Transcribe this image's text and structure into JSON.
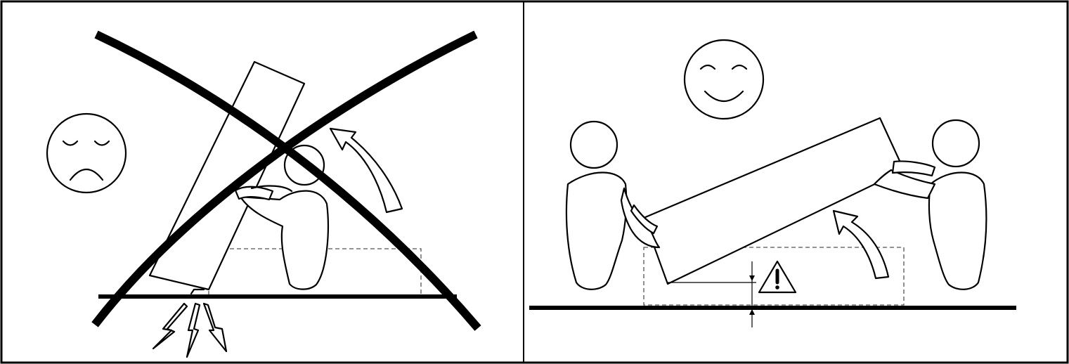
{
  "figure": {
    "panels": [
      {
        "id": "wrong",
        "outcome": "incorrect",
        "face": "sad-face-icon",
        "symbols": [
          "cross-out-icon",
          "impact-lightning-icon",
          "rotation-arrow-icon"
        ]
      },
      {
        "id": "right",
        "outcome": "correct",
        "face": "happy-face-icon",
        "symbols": [
          "rotation-arrow-icon",
          "warning-exclamation-icon",
          "clearance-dimension-icon"
        ]
      }
    ],
    "colors": {
      "line": "#000000",
      "fill": "#ffffff",
      "dashed_outline": "#555555"
    }
  }
}
